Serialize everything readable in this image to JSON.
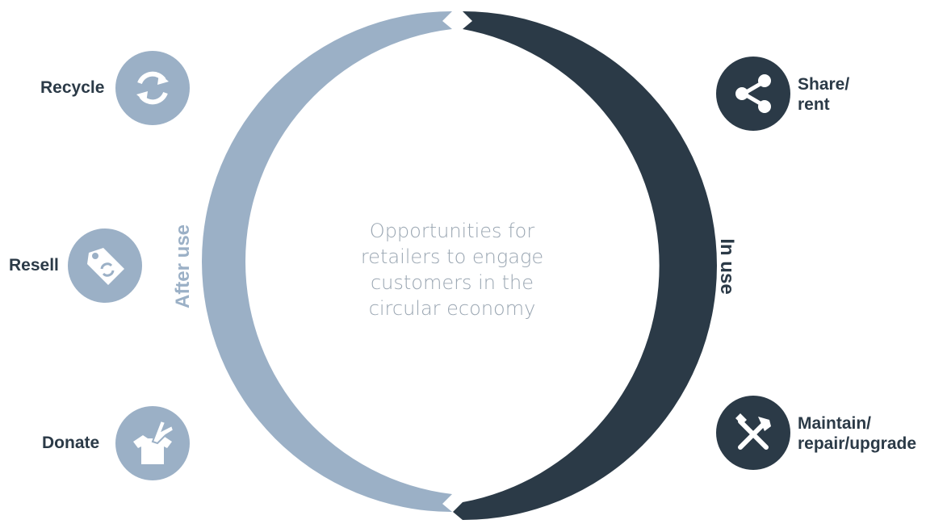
{
  "center": {
    "lines": [
      "Opportunities for",
      "retailers to engage",
      "customers in the",
      "circular economy"
    ]
  },
  "arcs": {
    "after_use": "After use",
    "in_use": "In use"
  },
  "items": {
    "recycle": "Recycle",
    "resell": "Resell",
    "donate": "Donate",
    "share_line1": "Share/",
    "share_line2": "rent",
    "maintain_line1": "Maintain/",
    "maintain_line2": "repair/upgrade"
  },
  "colors": {
    "light_arc": "#9bb0c6",
    "dark_arc": "#2b3a47",
    "center_text": "#9aa6b2"
  }
}
